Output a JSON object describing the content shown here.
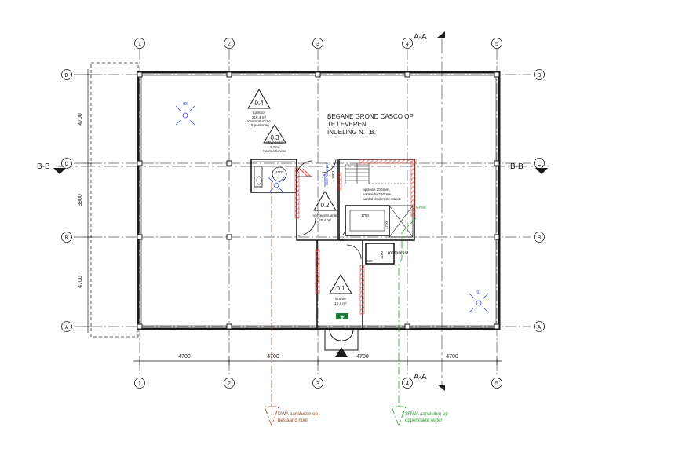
{
  "grid": {
    "columns": [
      "1",
      "2",
      "3",
      "4",
      "5"
    ],
    "rows": [
      "D",
      "C",
      "B",
      "A"
    ]
  },
  "dimensions": {
    "bottom": [
      "4700",
      "4700",
      "4700",
      "4700"
    ],
    "left": [
      "4700",
      "3900",
      "4700"
    ]
  },
  "sections": {
    "aa": "A-A",
    "bb": "B-B"
  },
  "notes": {
    "casco_line1": "BEGANE GROND CASCO OP",
    "casco_line2": "TE LEVEREN",
    "casco_line3": "INDELING N.T.B.",
    "stair_line1": "optrede 200mm,",
    "stair_line2": "aantrede 230mm",
    "stair_line3": "aantal treden 22 stuks",
    "meterkast": "meterkast",
    "dwa_line1": "DWA aansluiten op",
    "dwa_line2": "bestaand riool",
    "srwa_line1": "SRWA aansluiten op",
    "srwa_line2": "oppervlakte water",
    "wall_height": "250+ Vloerpeil",
    "wc_dim": "1500",
    "vfree": "v-free",
    "door_width": "930",
    "riser": "1700",
    "kast_dim": "2100",
    "lift_dim": "1750",
    "stair_dim": "1800"
  },
  "rooms": [
    {
      "tag": "0.4",
      "name": "Kantoor",
      "area": "216,4 m²",
      "extra": "Kantoorfunctie",
      "persons": "15 personen"
    },
    {
      "tag": "0.3",
      "name": "MIVA toilet",
      "area": "3,4 m²",
      "extra": "Kantoorfunctie"
    },
    {
      "tag": "0.2",
      "name": "Verkeersruimte",
      "area": "20,4 m²"
    },
    {
      "tag": "0.1",
      "name": "Entree",
      "area": "10,6 m²"
    }
  ],
  "sprinklers": [
    {
      "value": "98"
    },
    {
      "value": "91"
    }
  ],
  "colors": {
    "line": "#1a1a1a",
    "grid": "#555555",
    "red_hatch": "#d94040",
    "drain_brown": "#8b4a2b",
    "drain_green": "#2e9a2e",
    "sprinkler": "#2f3fd6",
    "green_sign": "#1f7a3a"
  },
  "icons": [
    "section-arrow-icon",
    "north-arrow-icon",
    "sprinkler-icon",
    "toilet-icon",
    "emergency-exit-icon"
  ]
}
